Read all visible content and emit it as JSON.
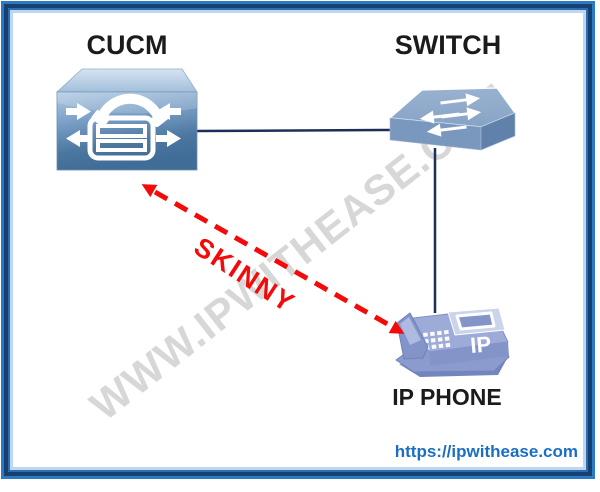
{
  "diagram": {
    "nodes": [
      {
        "id": "cucm",
        "label": "CUCM",
        "icon": "cucm-server-icon"
      },
      {
        "id": "switch",
        "label": "SWITCH",
        "icon": "switch-icon"
      },
      {
        "id": "ip_phone",
        "label": "IP PHONE",
        "icon": "ip-phone-icon",
        "badge": "IP"
      }
    ],
    "connections": [
      {
        "from": "cucm",
        "to": "switch",
        "style": "solid-line"
      },
      {
        "from": "switch",
        "to": "ip_phone",
        "style": "solid-line"
      },
      {
        "from": "cucm",
        "to": "ip_phone",
        "style": "red-dashed-double-arrow",
        "label": "SKINNY"
      }
    ]
  },
  "watermark": {
    "text": "WWW.IPWITHEASE.COM"
  },
  "footer": {
    "url": "https://ipwithease.com"
  },
  "colors": {
    "connector_line": "#1c2f5a",
    "skinny_arrow_red": "#f50a0a",
    "footer_url_blue": "#1b6fc3",
    "watermark_gray": "#d7d7d7",
    "frame_bright_blue": "#2e79c5",
    "frame_dark_navy": "#16406f",
    "node_blue": "#7a97bd",
    "phone_periwinkle": "#8394c9"
  }
}
